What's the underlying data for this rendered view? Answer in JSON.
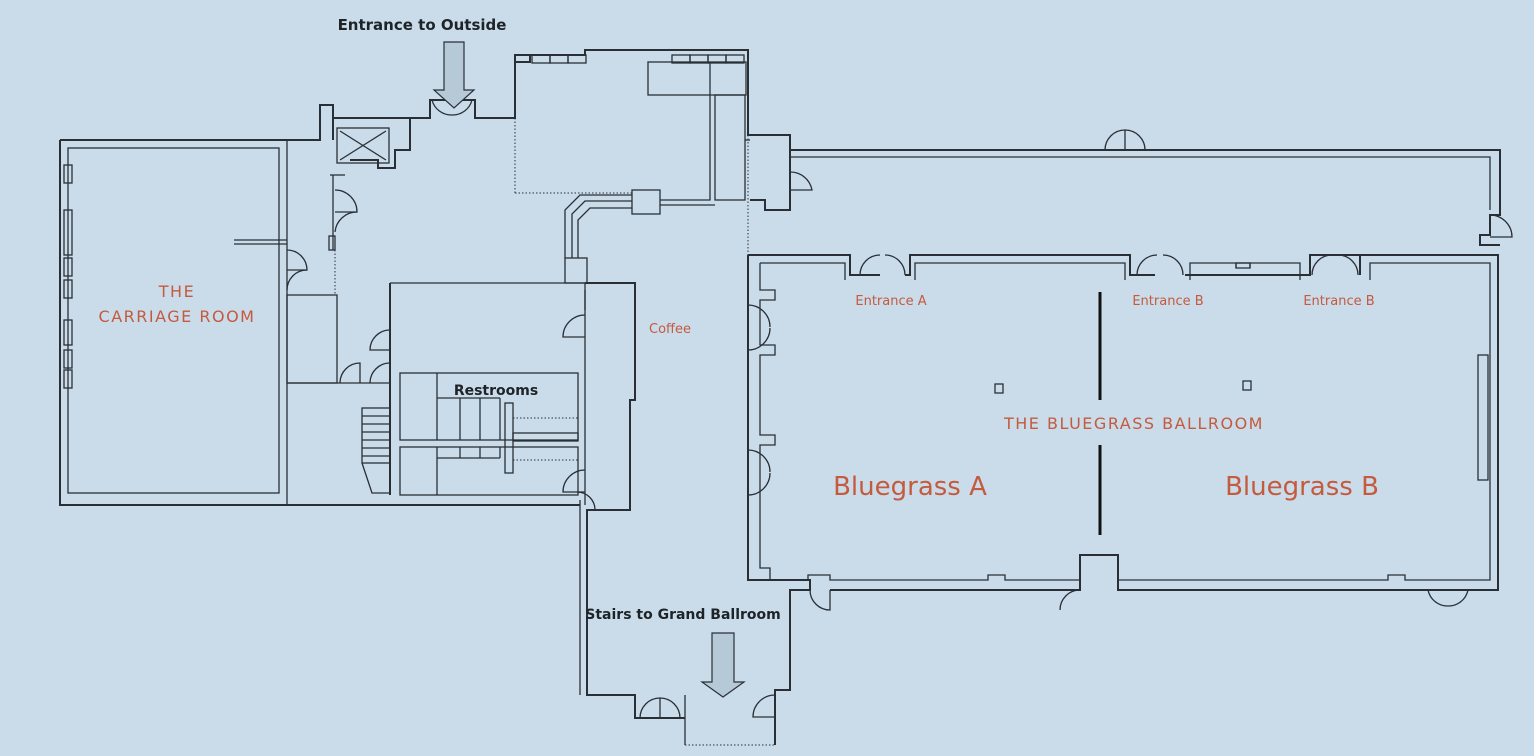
{
  "labels": {
    "entrance_outside": "Entrance to Outside",
    "carriage_line1": "THE",
    "carriage_line2": "CARRIAGE ROOM",
    "coffee": "Coffee",
    "restrooms": "Restrooms",
    "entrance_a": "Entrance A",
    "entrance_b1": "Entrance B",
    "entrance_b2": "Entrance B",
    "ballroom": "THE BLUEGRASS BALLROOM",
    "bluegrass_a": "Bluegrass A",
    "bluegrass_b": "Bluegrass B",
    "stairs_grand": "Stairs to Grand Ballroom"
  },
  "colors": {
    "background": "#cadcea",
    "wall": "#2a2f36",
    "room_label": "#c45a3e",
    "dark_label": "#1e2328"
  }
}
